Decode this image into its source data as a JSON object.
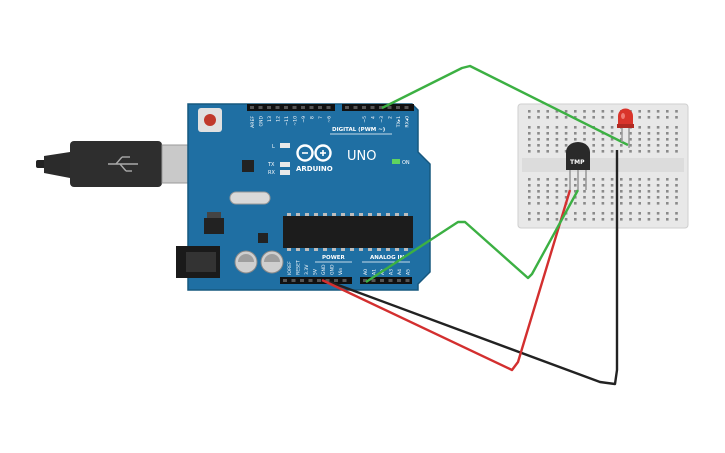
{
  "board": {
    "brand": "ARDUINO",
    "model": "UNO",
    "digital_label": "DIGITAL (PWM ~)",
    "power_label": "POWER",
    "analog_label": "ANALOG IN",
    "on_label": "ON",
    "l_label": "L",
    "tx_label": "TX",
    "rx_label": "RX",
    "digital_pins": [
      "AREF",
      "GND",
      "13",
      "12",
      "~11",
      "~10",
      "~9",
      "8",
      "7",
      "~6",
      "~5",
      "4",
      "~3",
      "2",
      "TX▸1",
      "RX◂0"
    ],
    "power_pins": [
      "IOREF",
      "RESET",
      "3.3V",
      "5V",
      "GND",
      "GND",
      "Vin"
    ],
    "analog_pins": [
      "A0",
      "A1",
      "A2",
      "A3",
      "A4",
      "A5"
    ]
  },
  "sensor": {
    "label": "TMP"
  },
  "colors": {
    "board": "#1f6fa3",
    "wire_signal": "#3cb043",
    "wire_power": "#d32f2f",
    "wire_ground": "#222222",
    "led": "#d9342b",
    "breadboard": "#e8e8e8"
  }
}
